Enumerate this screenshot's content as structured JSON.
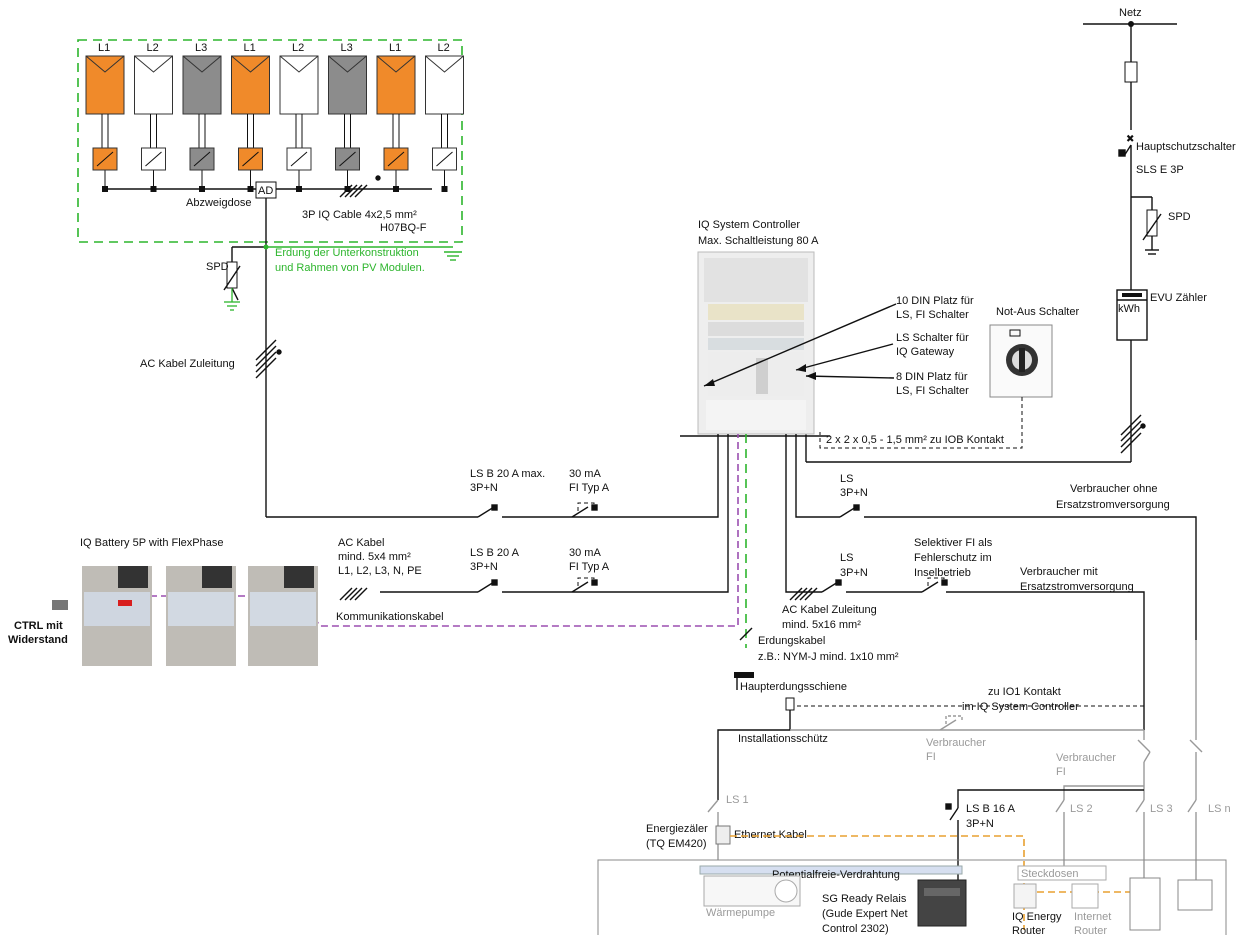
{
  "pv": {
    "phases": [
      "L1",
      "L2",
      "L3",
      "L1",
      "L2",
      "L3",
      "L1",
      "L2"
    ],
    "ad_label": "AD",
    "junction_box": "Abzweigdose",
    "cable_line1": "3P IQ Cable 4x2,5 mm²",
    "cable_line2": "H07BQ-F",
    "earthing_line1": "Erdung der Unterkonstruktion",
    "earthing_line2": "und Rahmen von PV Modulen.",
    "spd": "SPD",
    "ac_feed": "AC Kabel Zuleitung"
  },
  "grid": {
    "netz": "Netz",
    "main_breaker_line1": "Hauptschutzschalter",
    "main_breaker_line2": "SLS E 3P",
    "spd": "SPD",
    "meter": "EVU Zähler",
    "kwh": "kWh"
  },
  "controller": {
    "title_line1": "IQ System Controller",
    "title_line2": "Max. Schaltleistung 80 A",
    "note1_line1": "10 DIN Platz für",
    "note1_line2": "LS, FI Schalter",
    "note2_line1": "LS Schalter für",
    "note2_line2": "IQ Gateway",
    "note3_line1": "8 DIN Platz für",
    "note3_line2": "LS, FI Schalter",
    "notaus": "Not-Aus Schalter",
    "iob_cable": "2 x 2 x 0,5 - 1,5 mm² zu IOB Kontakt"
  },
  "battery": {
    "title": "IQ Battery 5P with FlexPhase",
    "ctrl_line1": "CTRL mit",
    "ctrl_line2": "Widerstand",
    "kabel_line1": "AC Kabel",
    "kabel_line2": "mind. 5x4 mm²",
    "kabel_line3": "L1, L2, L3, N, PE",
    "kommunikation": "Kommunikationskabel"
  },
  "breakers": {
    "ls1_line1": "LS B 20 A max.",
    "ls1_line2": "3P+N",
    "fi1_line1": "30 mA",
    "fi1_line2": "FI Typ A",
    "ls2_line1": "LS B 20 A",
    "ls2_line2": "3P+N",
    "fi2_line1": "30 mA",
    "fi2_line2": "FI Typ A",
    "ls3_line1": "LS",
    "ls3_line2": "3P+N",
    "ls4_line1": "LS",
    "ls4_line2": "3P+N"
  },
  "loads": {
    "no_backup_line1": "Verbraucher ohne",
    "no_backup_line2": "Ersatzstromversorgung",
    "backup_line1": "Verbraucher mit",
    "backup_line2": "Ersatzstromversorgung",
    "sel_fi_line1": "Selektiver FI als",
    "sel_fi_line2": "Fehlerschutz im",
    "sel_fi_line3": "Inselbetrieb",
    "ac_cable_line1": "AC Kabel Zuleitung",
    "ac_cable_line2": "mind. 5x16 mm²",
    "earth_cable_line1": "Erdungskabel",
    "earth_cable_line2": "z.B.: NYM-J mind. 1x10 mm²",
    "earth_bar": "Haupterdungsschiene",
    "io1_line1": "zu IO1 Kontakt",
    "io1_line2": "im IQ System Controller",
    "contactor": "Installationsschütz",
    "vfi1_line1": "Verbraucher",
    "vfi1_line2": "FI",
    "vfi2_line1": "Verbraucher",
    "vfi2_line2": "FI",
    "ls_1": "LS 1",
    "ls_2": "LS  2",
    "ls_3": "LS  3",
    "ls_n": "LS n",
    "lsb16_line1": "LS B 16 A",
    "lsb16_line2": "3P+N",
    "meter_line1": "Energiezäler",
    "meter_line2": "(TQ EM420)",
    "ethernet": "Ethernet Kabel",
    "potential": "Potentialfreie-Verdrahtung",
    "heatpump": "Wärmepumpe",
    "sg_line1": "SG Ready Relais",
    "sg_line2": "(Gude Expert Net",
    "sg_line3": "Control 2302)",
    "sockets": "Steckdosen",
    "router_line1": "IQ Energy",
    "router_line2": "Router",
    "internet_line1": "Internet",
    "internet_line2": "Router"
  },
  "colors": {
    "orange": "#f08a2a",
    "gray": "#8c8c8c",
    "green": "#2db52d",
    "purple": "#9b4fb0",
    "amber": "#e8a030"
  }
}
